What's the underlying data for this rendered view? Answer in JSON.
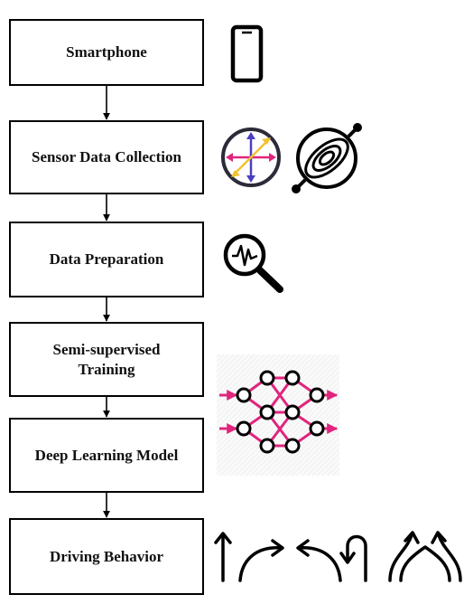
{
  "steps": [
    {
      "label": "Smartphone",
      "icons": [
        "smartphone-icon"
      ]
    },
    {
      "label": "Sensor Data Collection",
      "icons": [
        "accelerometer-icon",
        "gyroscope-icon"
      ]
    },
    {
      "label": "Data Preparation",
      "icons": [
        "signal-magnifier-icon"
      ]
    },
    {
      "label": "Semi-supervised\nTraining",
      "icons": []
    },
    {
      "label": "Deep Learning Model",
      "icons": [
        "neural-network-icon"
      ]
    },
    {
      "label": "Driving Behavior",
      "icons": [
        "straight-arrow-icon",
        "right-turn-icon",
        "left-turn-icon",
        "u-turn-icon",
        "lane-split-icon"
      ]
    }
  ],
  "colors": {
    "accent_pink": "#e0257d",
    "accent_blue": "#4a3fc0",
    "accent_yellow": "#f2c230",
    "network_bg": "#f2f2f2",
    "stroke": "#000000"
  }
}
